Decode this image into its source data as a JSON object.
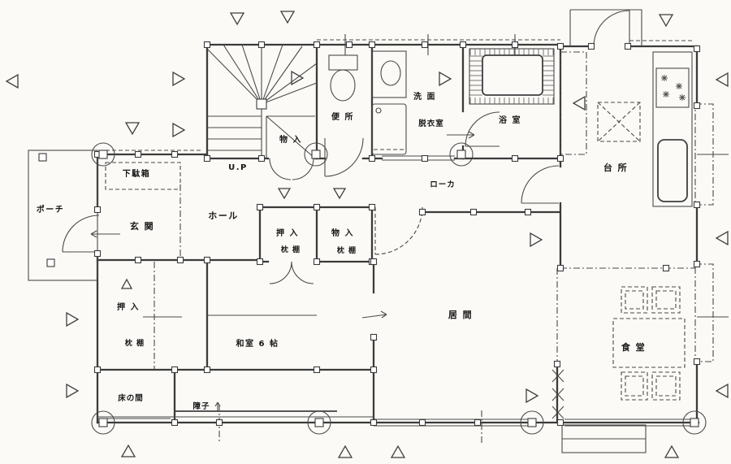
{
  "drawing": {
    "type": "japanese-house-floor-plan",
    "line_color": "#3b3b3b",
    "paper_color": "#fbfaf7"
  },
  "rooms": {
    "porch": "ポーチ",
    "getabako": "下駄箱",
    "genkan": "玄 関",
    "hall": "ホール",
    "up": "U.P",
    "stair_storage": "物 入",
    "toilet": "便 所",
    "washroom": "洗 面",
    "dressing": "脱衣室",
    "bath": "浴 室",
    "kitchen": "台 所",
    "corridor": "ローカ",
    "closet_center": "押 入",
    "closet_center_shelf": "枕 棚",
    "storage_center": "物 入",
    "storage_center_shelf": "枕 棚",
    "closet_left": "押 入",
    "closet_left_shelf": "枕 棚",
    "washitsu": "和室 6 帖",
    "tokonoma": "床の間",
    "living": "居 間",
    "dining": "食 堂",
    "shoji": "障子"
  }
}
